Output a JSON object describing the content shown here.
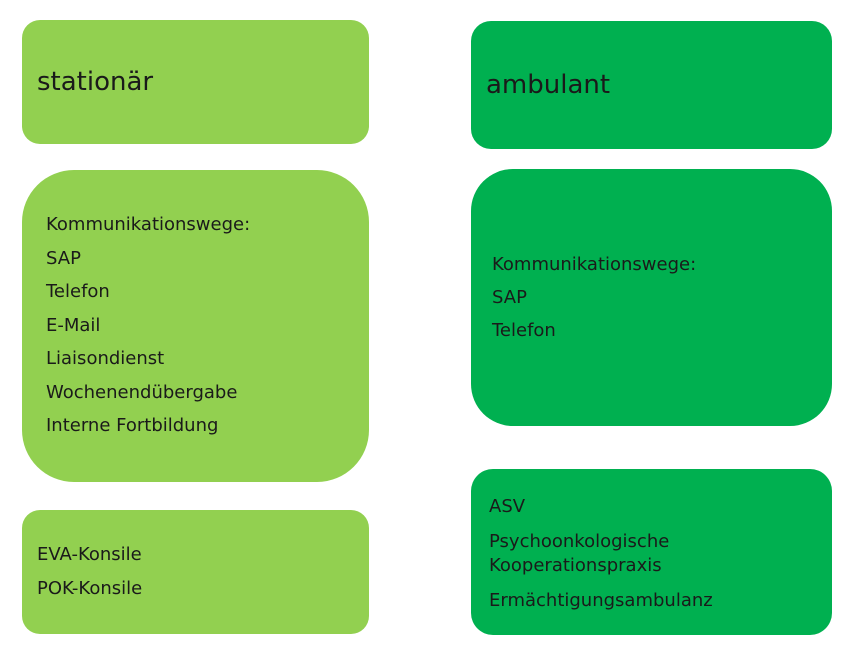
{
  "stationaer": {
    "title": "stationär",
    "kommunikation": [
      "Kommunikationswege:",
      "SAP",
      "Telefon",
      "E-Mail",
      "Liaisondienst",
      "Wochenendübergabe",
      "Interne Fortbildung"
    ],
    "konsile": [
      "EVA-Konsile",
      "POK-Konsile"
    ]
  },
  "ambulant": {
    "title": "ambulant",
    "kommunikation": [
      "Kommunikationswege:",
      "SAP",
      "Telefon"
    ],
    "angebote": [
      "ASV",
      "Psychoonkologische Kooperationspraxis",
      "Ermächtigungsambulanz"
    ]
  },
  "colors": {
    "stationaer": "#92d050",
    "ambulant": "#00b050"
  }
}
